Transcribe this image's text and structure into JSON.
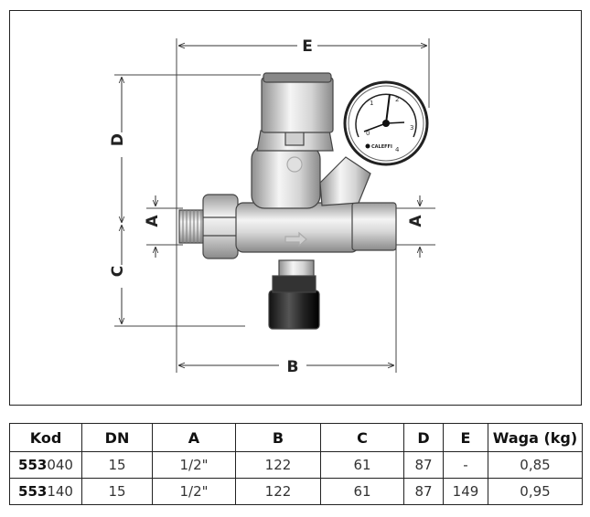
{
  "drawing": {
    "dimension_labels": {
      "E": "E",
      "D": "D",
      "A_left": "A",
      "A_right": "A",
      "C": "C",
      "B": "B"
    },
    "gauge": {
      "scale": [
        "0",
        "1",
        "2",
        "3",
        "4"
      ],
      "brand": "CALEFFI"
    }
  },
  "table": {
    "headers": [
      "Kod",
      "DN",
      "A",
      "B",
      "C",
      "D",
      "E",
      "Waga (kg)"
    ],
    "rows": [
      {
        "kod_bold": "553",
        "kod_rest": "040",
        "dn": "15",
        "a": "1/2\"",
        "b": "122",
        "c": "61",
        "d": "87",
        "e": "-",
        "waga": "0,85"
      },
      {
        "kod_bold": "553",
        "kod_rest": "140",
        "dn": "15",
        "a": "1/2\"",
        "b": "122",
        "c": "61",
        "d": "87",
        "e": "149",
        "waga": "0,95"
      }
    ]
  }
}
